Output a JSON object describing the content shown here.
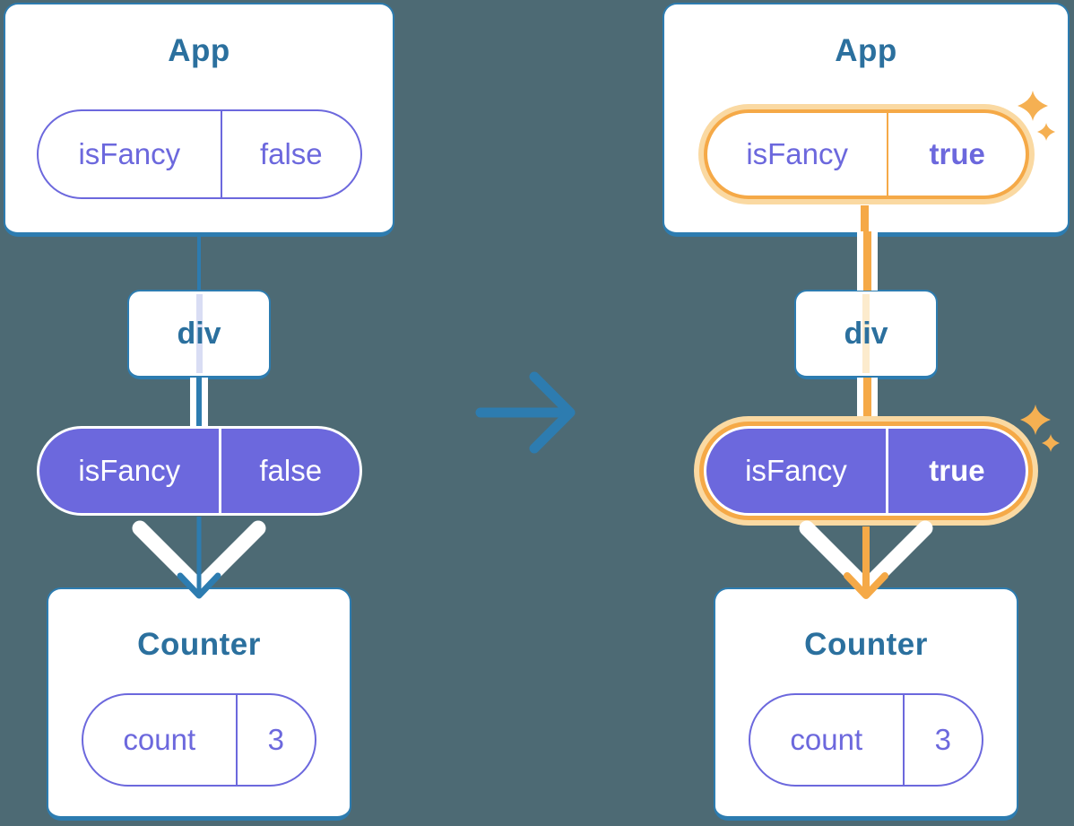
{
  "colors": {
    "background": "#4D6A74",
    "card-bg": "#FFFFFF",
    "blue": "#2D7CB0",
    "blue-text": "#2B709E",
    "purple": "#6C68DD",
    "lavender": "#D9DDF4",
    "orange": "#F5A947",
    "orange-glow": "#FAD9A2",
    "orange-pale": "#FCEBCD",
    "sparkle": "#F5B052"
  },
  "icons": {
    "transition": "right-arrow-icon",
    "highlight": "sparkles-icon"
  },
  "before": {
    "app": {
      "title": "App",
      "state_name": "isFancy",
      "state_value": "false"
    },
    "div_label": "div",
    "prop_name": "isFancy",
    "prop_value": "false",
    "counter": {
      "title": "Counter",
      "state_name": "count",
      "state_value": "3"
    }
  },
  "after": {
    "app": {
      "title": "App",
      "state_name": "isFancy",
      "state_value": "true"
    },
    "div_label": "div",
    "prop_name": "isFancy",
    "prop_value": "true",
    "counter": {
      "title": "Counter",
      "state_name": "count",
      "state_value": "3"
    }
  }
}
